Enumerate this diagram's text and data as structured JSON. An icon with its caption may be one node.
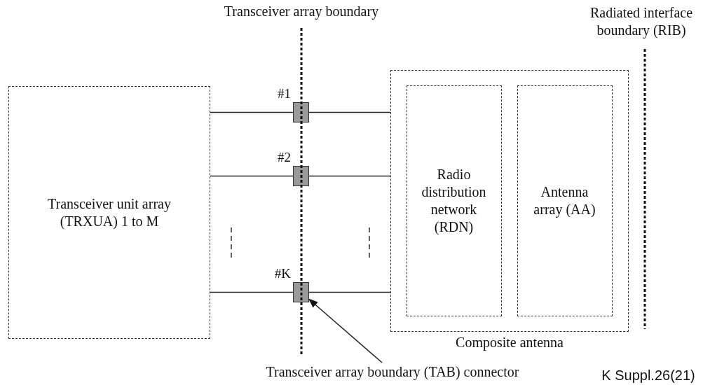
{
  "diagram": {
    "nodes": [
      {
        "text": [
          "Transceiver unit array (TRXUA) 1 to M"
        ]
      },
      {
        "text": [],
        "shape": "box",
        "beside": [
          "Composite antenna"
        ]
      },
      {
        "text": [
          "Radio distribution network (RDN)"
        ],
        "in": 1
      },
      {
        "text": [
          "Antenna array (AA)"
        ],
        "in": 1
      },
      {
        "text": [],
        "shape": "box",
        "beside": [
          "#1"
        ]
      },
      {
        "text": [],
        "shape": "box",
        "beside": [
          "#2"
        ]
      },
      {
        "text": [],
        "shape": "box",
        "beside": [
          "#K"
        ]
      },
      {
        "text": [
          "Transceiver array boundary (TAB) connector"
        ]
      }
    ],
    "edges": [
      {
        "from": 0,
        "to": 4,
        "arrow": "none"
      },
      {
        "from": 4,
        "to": 1,
        "arrow": "none"
      },
      {
        "from": 0,
        "to": 5,
        "arrow": "none"
      },
      {
        "from": 5,
        "to": 1,
        "arrow": "none"
      },
      {
        "from": 0,
        "to": 6,
        "arrow": "none"
      },
      {
        "from": 6,
        "to": 1,
        "arrow": "none"
      },
      {
        "from": 7,
        "to": 6,
        "arrow": "to"
      }
    ],
    "labels": [
      "Transceiver array boundary",
      "Radiated interface boundary (RIB)",
      "K Suppl.26(21)"
    ]
  }
}
